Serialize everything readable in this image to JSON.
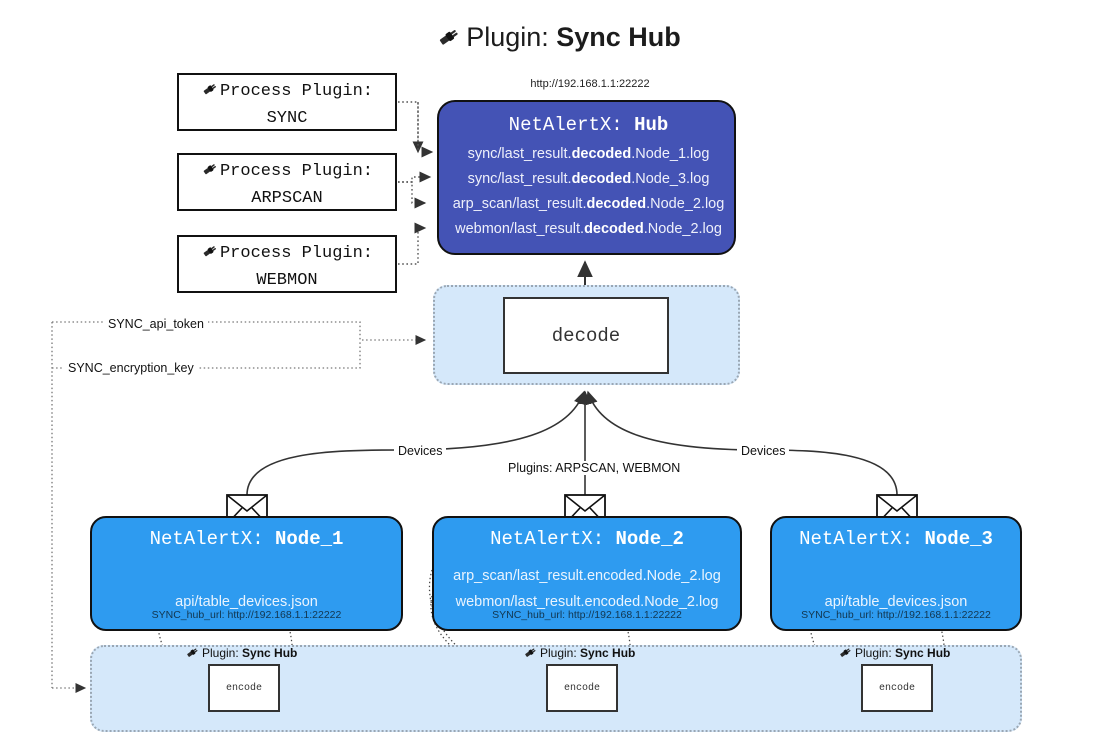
{
  "header": {
    "icon": "plug-icon",
    "prefix": "Plugin: ",
    "title": "Sync Hub",
    "hub_url": "http://192.168.1.1:22222"
  },
  "process_plugins": [
    {
      "line1": "Process Plugin:",
      "line2": "SYNC"
    },
    {
      "line1": "Process Plugin:",
      "line2": "ARPSCAN"
    },
    {
      "line1": "Process Plugin:",
      "line2": "WEBMON"
    }
  ],
  "hub": {
    "title_prefix": "NetAlertX: ",
    "title_name": "Hub",
    "logs": [
      {
        "pre": "sync/last_result.",
        "em": "decoded",
        "post": ".Node_1.log"
      },
      {
        "pre": "sync/last_result.",
        "em": "decoded",
        "post": ".Node_3.log"
      },
      {
        "pre": "arp_scan/last_result.",
        "em": "decoded",
        "post": ".Node_2.log"
      },
      {
        "pre": "webmon/last_result.",
        "em": "decoded",
        "post": ".Node_2.log"
      }
    ]
  },
  "decode": {
    "label": "decode"
  },
  "secrets": {
    "api_token": "SYNC_api_token",
    "encryption_key": "SYNC_encryption_key"
  },
  "edge_labels": {
    "devices_left": "Devices",
    "devices_right": "Devices",
    "plugins_center": "Plugins: ARPSCAN, WEBMON"
  },
  "nodes": [
    {
      "title_prefix": "NetAlertX: ",
      "title_name": "Node_1",
      "lines": [
        "api/table_devices.json"
      ],
      "footer": "SYNC_hub_url: http://192.168.1.1:22222",
      "plugin_tag_prefix": "Plugin: ",
      "plugin_tag_name": "Sync Hub",
      "encode_label": "encode"
    },
    {
      "title_prefix": "NetAlertX: ",
      "title_name": "Node_2",
      "lines": [
        "arp_scan/last_result.encoded.Node_2.log",
        "webmon/last_result.encoded.Node_2.log"
      ],
      "footer": "SYNC_hub_url: http://192.168.1.1:22222",
      "plugin_tag_prefix": "Plugin: ",
      "plugin_tag_name": "Sync Hub",
      "encode_label": "encode"
    },
    {
      "title_prefix": "NetAlertX: ",
      "title_name": "Node_3",
      "lines": [
        "api/table_devices.json"
      ],
      "footer": "SYNC_hub_url: http://192.168.1.1:22222",
      "plugin_tag_prefix": "Plugin: ",
      "plugin_tag_name": "Sync Hub",
      "encode_label": "encode"
    }
  ],
  "colors": {
    "hub_fill": "#4453b5",
    "node_fill": "#2e9bf0",
    "panel_fill": "#d5e8fa",
    "panel_border": "#9aa7b4",
    "box_border": "#111111",
    "wire": "#333333"
  }
}
